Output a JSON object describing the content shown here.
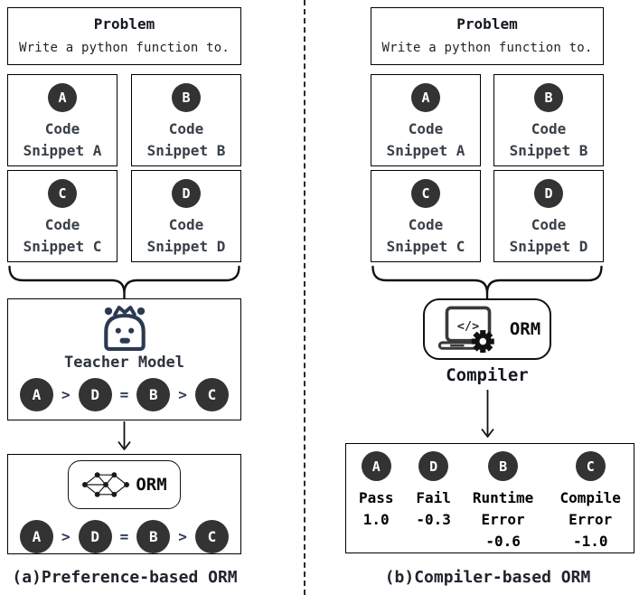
{
  "panel_a": {
    "problem": {
      "title": "Problem",
      "body": "Write a python function to."
    },
    "snippets": [
      {
        "letter": "A",
        "line1": "Code",
        "line2": "Snippet A"
      },
      {
        "letter": "B",
        "line1": "Code",
        "line2": "Snippet B"
      },
      {
        "letter": "C",
        "line1": "Code",
        "line2": "Snippet C"
      },
      {
        "letter": "D",
        "line1": "Code",
        "line2": "Snippet D"
      }
    ],
    "teacher": {
      "label": "Teacher Model"
    },
    "ranking": {
      "c1": "A",
      "s1": ">",
      "c2": "D",
      "s2": "=",
      "c3": "B",
      "s3": ">",
      "c4": "C"
    },
    "orm_label": "ORM",
    "caption": "(a)Preference-based ORM"
  },
  "panel_b": {
    "problem": {
      "title": "Problem",
      "body": "Write a python function to."
    },
    "snippets": [
      {
        "letter": "A",
        "line1": "Code",
        "line2": "Snippet A"
      },
      {
        "letter": "B",
        "line1": "Code",
        "line2": "Snippet B"
      },
      {
        "letter": "C",
        "line1": "Code",
        "line2": "Snippet C"
      },
      {
        "letter": "D",
        "line1": "Code",
        "line2": "Snippet D"
      }
    ],
    "compiler": {
      "screen_code": "</>",
      "orm_label": "ORM",
      "label": "Compiler"
    },
    "results": [
      {
        "letter": "A",
        "lines": [
          "Pass",
          "1.0"
        ]
      },
      {
        "letter": "D",
        "lines": [
          "Fail",
          "-0.3"
        ]
      },
      {
        "letter": "B",
        "lines": [
          "Runtime",
          "Error",
          "-0.6"
        ]
      },
      {
        "letter": "C",
        "lines": [
          "Compile",
          "Error",
          "-1.0"
        ]
      }
    ],
    "caption": "(b)Compiler-based ORM"
  },
  "colors": {
    "badge_fill": "#333333",
    "robot": "#2b3a52",
    "line": "#111111"
  }
}
